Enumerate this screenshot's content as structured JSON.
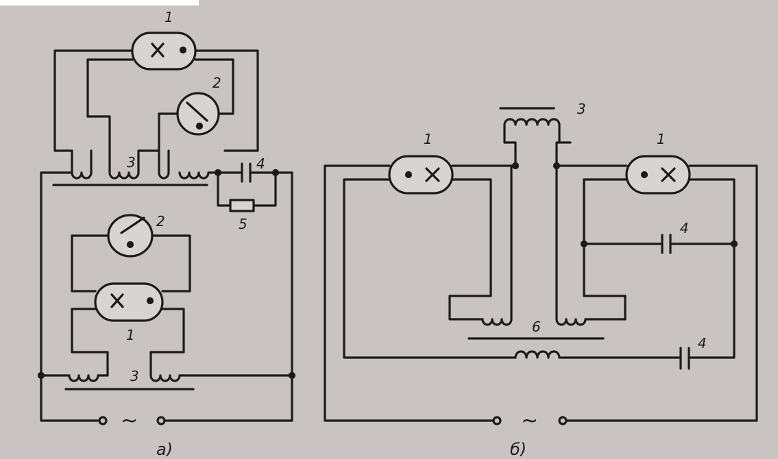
{
  "diagram_a": {
    "caption": "a)",
    "labels": {
      "lamp_top": "1",
      "starter_top": "2",
      "ballast_top": "3",
      "capacitor": "4",
      "resistor": "5",
      "starter_bottom": "2",
      "lamp_bottom": "1",
      "ballast_bottom": "3"
    },
    "source_symbol": "~"
  },
  "diagram_b": {
    "caption": "б)",
    "labels": {
      "lamp_left": "1",
      "lamp_right": "1",
      "transformer_top": "3",
      "capacitor_mid": "4",
      "transformer_bottom": "6",
      "capacitor_bottom": "4"
    },
    "source_symbol": "~"
  },
  "colors": {
    "paper": "#c9c4c2",
    "ink": "#1b1b1b",
    "lamp_fill": "#d8d4d1"
  }
}
